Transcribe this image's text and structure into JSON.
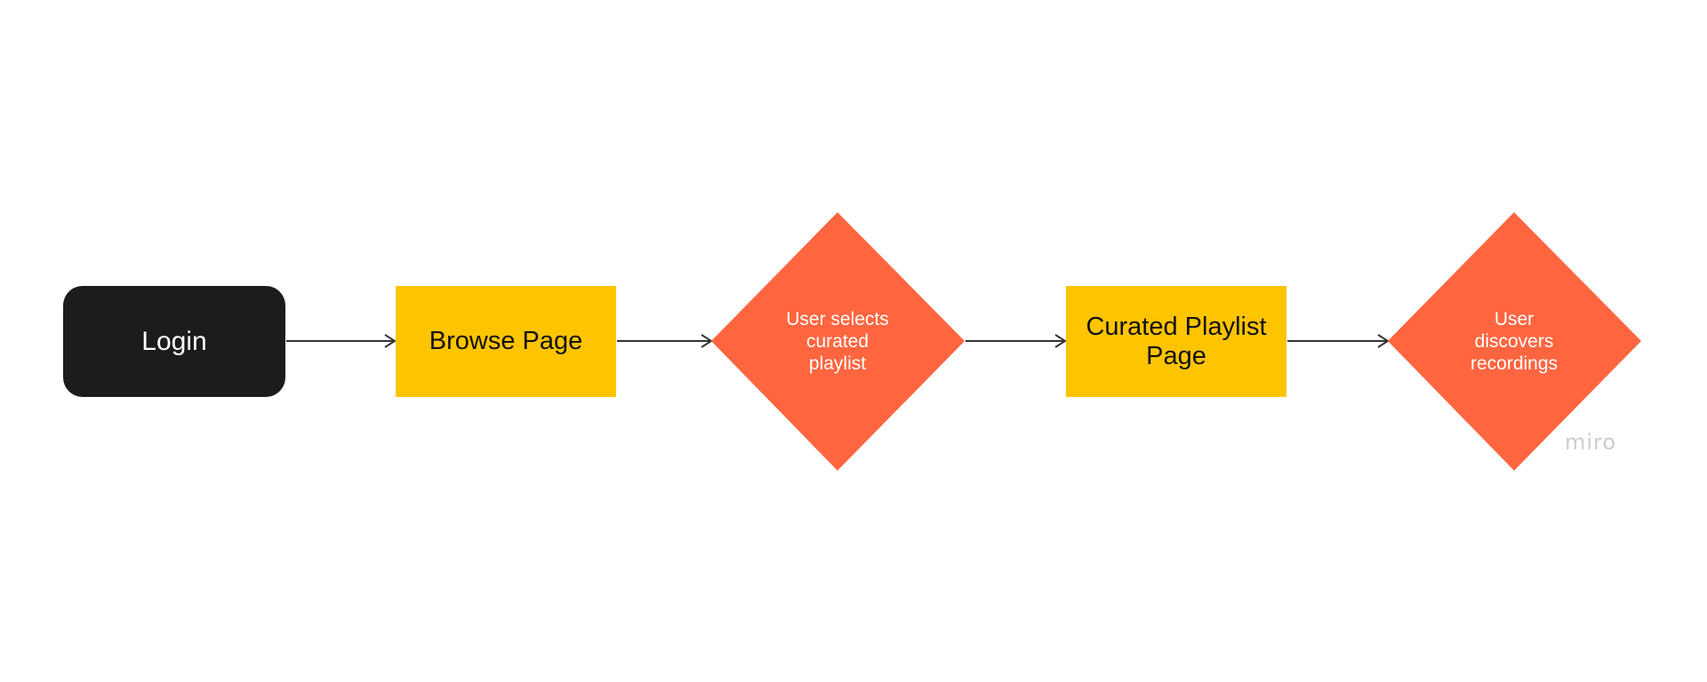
{
  "diagram": {
    "colors": {
      "terminal": "#1c1c1c",
      "process": "#ffc400",
      "decision": "#ff6640",
      "connector": "#333333",
      "watermark": "#c9cdd3"
    },
    "nodes": [
      {
        "id": "login",
        "shape": "rounded-rectangle",
        "label": "Login"
      },
      {
        "id": "browse",
        "shape": "rectangle",
        "label": "Browse Page"
      },
      {
        "id": "selects",
        "shape": "diamond",
        "lines": [
          "User selects",
          "curated",
          "playlist"
        ]
      },
      {
        "id": "playlist",
        "shape": "rectangle",
        "lines": [
          "Curated Playlist",
          "Page"
        ]
      },
      {
        "id": "discovers",
        "shape": "diamond",
        "lines": [
          "User",
          "discovers",
          "recordings"
        ]
      }
    ],
    "edges": [
      {
        "from": "login",
        "to": "browse"
      },
      {
        "from": "browse",
        "to": "selects"
      },
      {
        "from": "selects",
        "to": "playlist"
      },
      {
        "from": "playlist",
        "to": "discovers"
      }
    ]
  },
  "watermark": "miro"
}
